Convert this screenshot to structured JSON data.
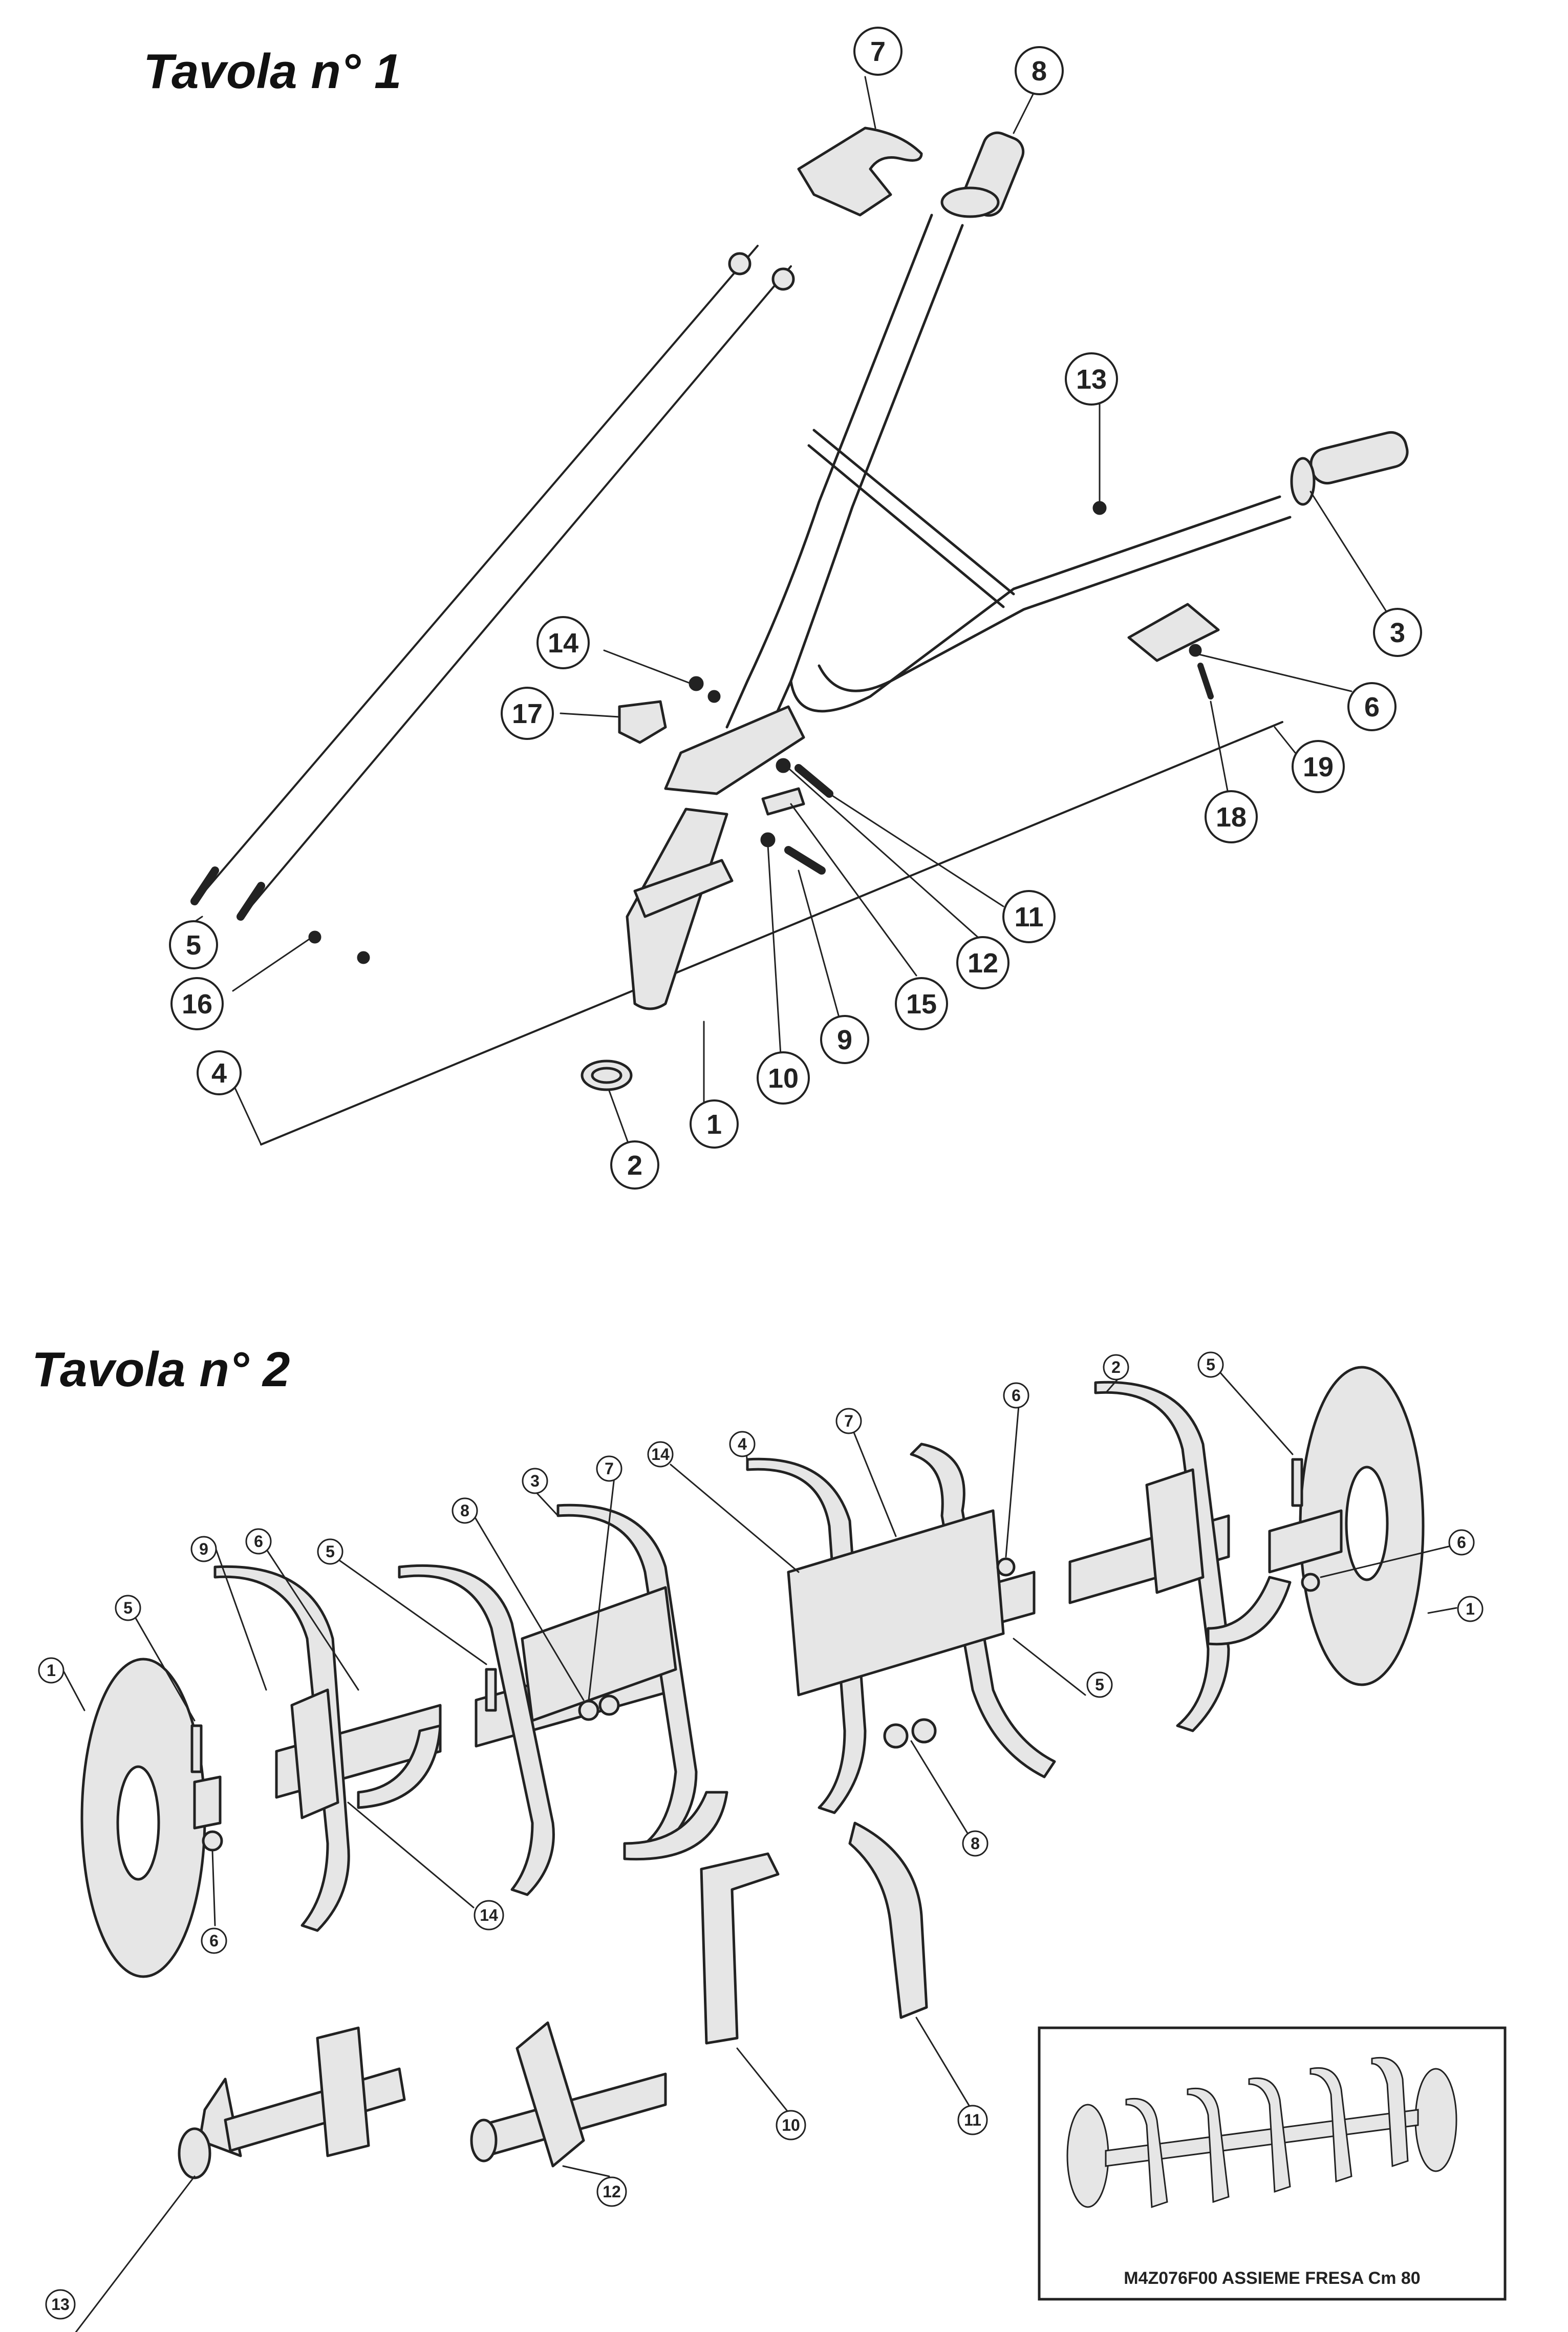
{
  "plates": [
    {
      "title": "Tavola n° 1",
      "callouts": [
        "1",
        "2",
        "3",
        "4",
        "5",
        "6",
        "7",
        "8",
        "9",
        "10",
        "11",
        "12",
        "13",
        "14",
        "15",
        "16",
        "17",
        "18",
        "19"
      ]
    },
    {
      "title": "Tavola n° 2",
      "callouts": [
        "1",
        "1",
        "2",
        "3",
        "4",
        "5",
        "5",
        "5",
        "5",
        "6",
        "6",
        "6",
        "6",
        "7",
        "7",
        "8",
        "8",
        "9",
        "10",
        "11",
        "12",
        "13",
        "14",
        "14"
      ]
    }
  ],
  "inset": {
    "caption": "M4Z076F00 ASSIEME FRESA Cm 80"
  },
  "colors": {
    "line": "#222222",
    "part_fill": "#e6e6e6",
    "background": "#ffffff"
  }
}
